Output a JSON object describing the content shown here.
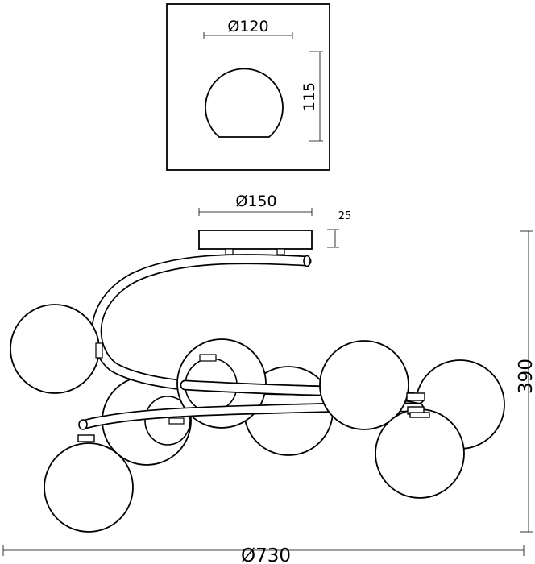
{
  "detail": {
    "diameter_label": "Ø120",
    "height_label": "115"
  },
  "main": {
    "base_diameter_label": "Ø150",
    "base_height_label": "25",
    "total_height_label": "390",
    "total_diameter_label": "Ø730"
  }
}
